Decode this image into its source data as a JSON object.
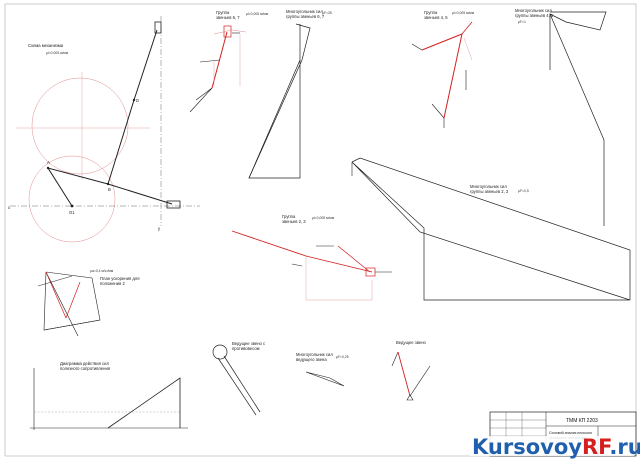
{
  "mechanism": {
    "title": "Схема механизма",
    "scale": "μl=0,005 м/мм",
    "points": {
      "A": "A",
      "B": "B",
      "D": "D",
      "O1": "O1",
      "x": "x",
      "y": "y"
    }
  },
  "group67": {
    "title_line1": "Группа",
    "title_line2": "звеньев 6, 7",
    "scale": "μl=0,005 м/мм"
  },
  "polygon67": {
    "title_line1": "Многоугольник сил",
    "title_line2": "группы звеньев 6, 7",
    "scale": "μF=25"
  },
  "group45": {
    "title_line1": "Группа",
    "title_line2": "звеньев 4, 5",
    "scale": "μl=0,005 м/мм"
  },
  "polygon45": {
    "title_line1": "Многоугольник сил",
    "title_line2": "группы звеньев 4, 5",
    "scale": "μF=1"
  },
  "polygon23": {
    "title_line1": "Многоугольник сил",
    "title_line2": "группы звеньев 2, 3",
    "scale": "μF=0,5"
  },
  "group23": {
    "title_line1": "Группа",
    "title_line2": "звеньев 2, 3",
    "scale": "μl=0,005 м/мм"
  },
  "accel_plan": {
    "scale": "μa=0,4 м/с²/мм",
    "title_line1": "План ускорения для",
    "title_line2": "положения 2"
  },
  "resistance_diagram": {
    "title_line1": "Диаграмма действия сил",
    "title_line2": "полезного сопротивления"
  },
  "leading_counterweight": {
    "title_line1": "Ведущее звено с",
    "title_line2": "противовесом"
  },
  "leading_link": {
    "title": "Ведущее звено"
  },
  "polygon_leading": {
    "title_line1": "Многоугольник сил",
    "title_line2": "ведущего звена",
    "scale": "μF=0,25"
  },
  "title_block": {
    "code": "ТММ  КП  2203",
    "name_line1": "Силовой анализ плоского",
    "name_line2": "рычажного механизма"
  },
  "watermark": {
    "part1": "Kursovoy",
    "part2": "RF",
    "part3": ".ru"
  },
  "colors": {
    "line": "#222222",
    "accent": "#d42020",
    "guide": "#e28a8a",
    "watermark_blue": "#1f5fae",
    "watermark_red": "#d42020"
  }
}
